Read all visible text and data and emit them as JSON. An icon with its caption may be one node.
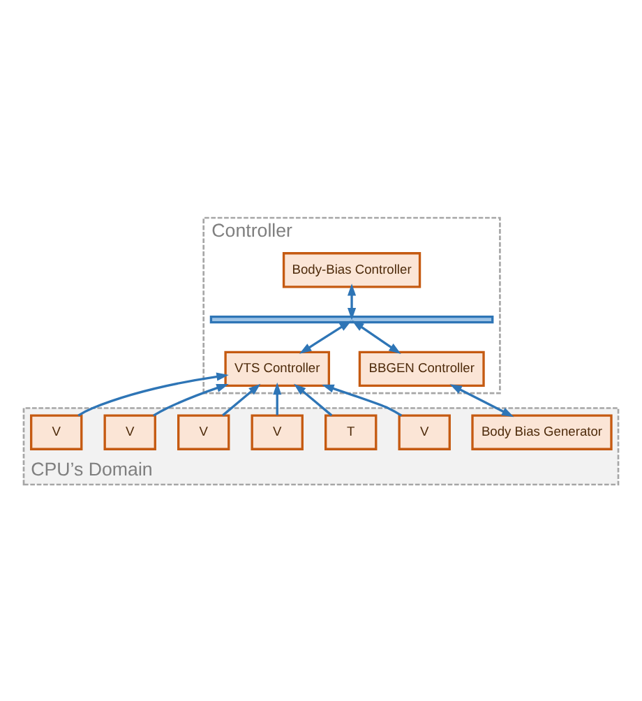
{
  "diagram": {
    "nodes": [
      {
        "text": [
          "Controller"
        ]
      },
      {
        "text": [
          "CPU’s Domain"
        ]
      },
      {
        "text": [
          "Body-Bias Controller"
        ],
        "in": 0
      },
      {
        "text": [],
        "shape": "bar",
        "in": 0
      },
      {
        "text": [
          "VTS Controller"
        ],
        "in": 0
      },
      {
        "text": [
          "BBGEN Controller"
        ],
        "in": 0
      },
      {
        "text": [
          "V"
        ],
        "in": 1
      },
      {
        "text": [
          "T"
        ],
        "in": 1
      },
      {
        "text": [
          "V"
        ],
        "in": 1
      },
      {
        "text": [
          "V"
        ],
        "in": 1
      },
      {
        "text": [
          "Body Bias Generator"
        ],
        "in": 1
      },
      {
        "text": [
          "V"
        ],
        "in": 1
      },
      {
        "text": [
          "V"
        ],
        "in": 1
      }
    ],
    "edges": [
      {
        "from": 2,
        "to": 3,
        "arrow": "both"
      },
      {
        "from": 3,
        "to": 4,
        "arrow": "both"
      },
      {
        "from": 3,
        "to": 5,
        "arrow": "both"
      },
      {
        "from": 6,
        "to": 4,
        "arrow": "to"
      },
      {
        "from": 11,
        "to": 4,
        "arrow": "to"
      },
      {
        "from": 7,
        "to": 4,
        "arrow": "to"
      },
      {
        "from": 8,
        "to": 4,
        "arrow": "to"
      },
      {
        "from": 9,
        "to": 4,
        "arrow": "to"
      },
      {
        "from": 12,
        "to": 4,
        "arrow": "to"
      },
      {
        "from": 5,
        "to": 10,
        "arrow": "both"
      }
    ]
  }
}
